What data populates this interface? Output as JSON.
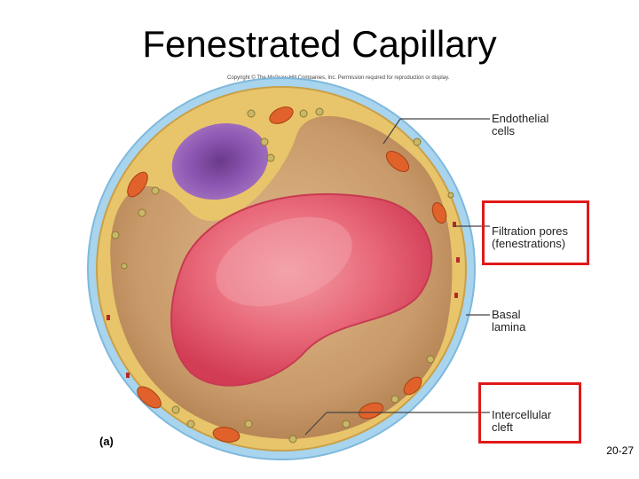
{
  "slide": {
    "title": "Fenestrated Capillary",
    "copyright": "Copyright © The McGraw-Hill Companies, Inc. Permission required for reproduction or display.",
    "panel_label": "(a)",
    "slide_number": "20-27"
  },
  "labels": {
    "endothelial": {
      "line1": "Endothelial",
      "line2": "cells"
    },
    "filtration": {
      "line1": "Filtration pores",
      "line2": "(fenestrations)"
    },
    "basal": {
      "line1": "Basal",
      "line2": "lamina"
    },
    "intercellular": {
      "line1": "Intercellular",
      "line2": "cleft"
    }
  },
  "colors": {
    "highlight_box": "#e01919",
    "lumen": "#c99a6a",
    "endothelium": "#e8c46a",
    "basal_lamina": "#a8d4ee",
    "nucleus": "#8a4fa8",
    "red_blood_cell": "#e3566a",
    "mitochondria": "#e0622a"
  }
}
